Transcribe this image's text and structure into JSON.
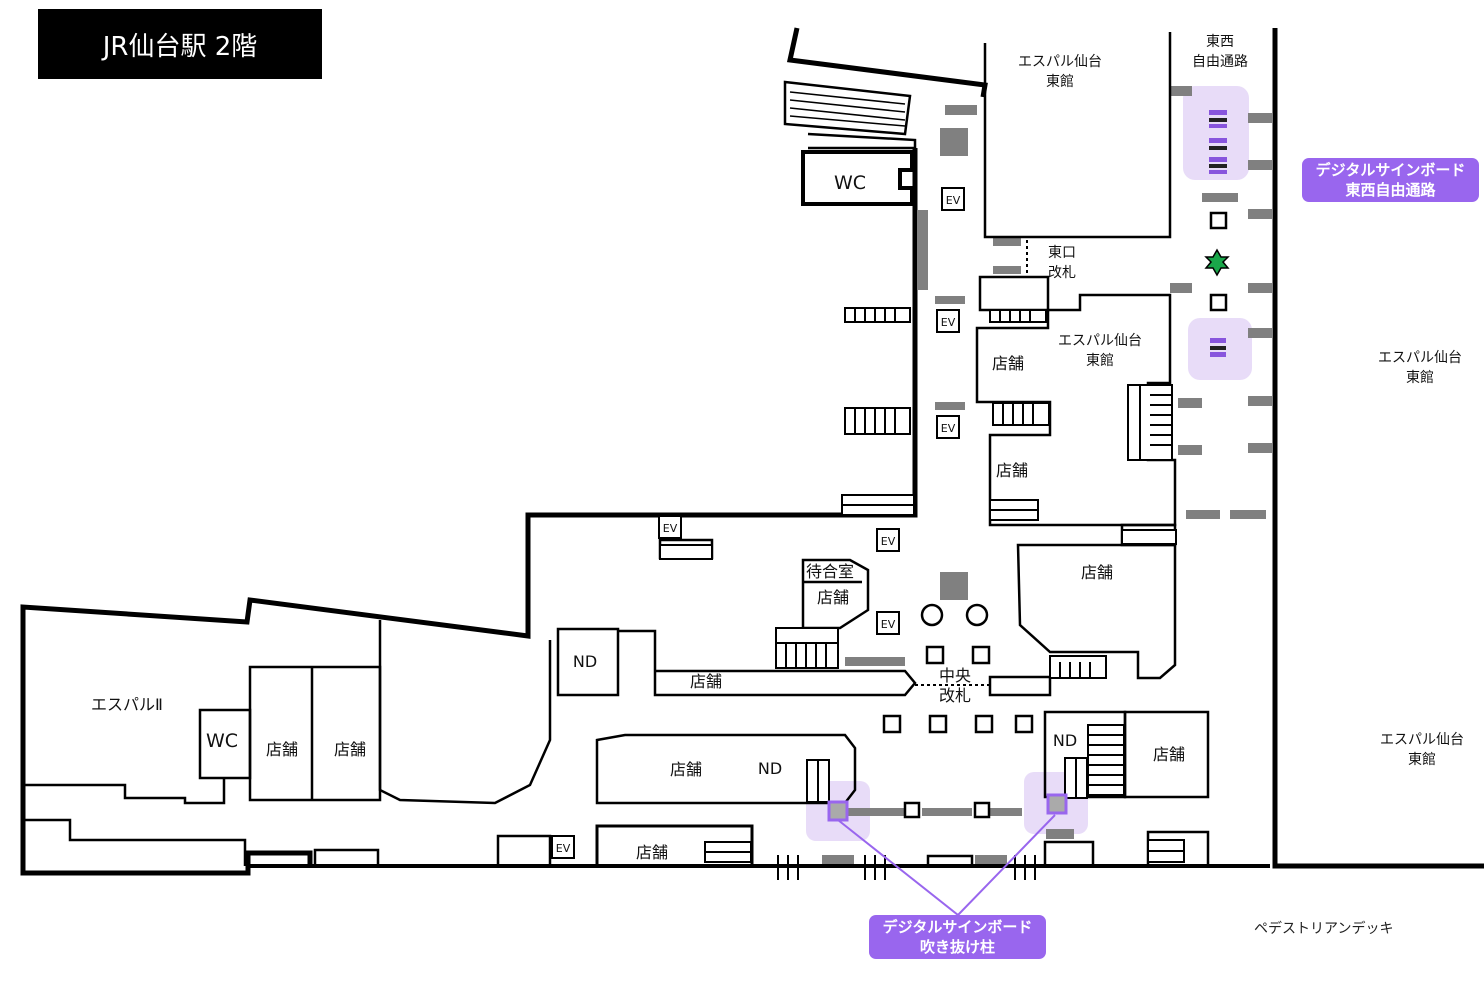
{
  "title": "JR仙台駅 2階",
  "areas": {
    "espal_east_top": [
      "エスパル仙台",
      "東館"
    ],
    "espal_east_mid": [
      "エスパル仙台",
      "東館"
    ],
    "espal_east_right1": [
      "エスパル仙台",
      "東館"
    ],
    "espal_east_right2": [
      "エスパル仙台",
      "東館"
    ],
    "east_west_passage": [
      "東西",
      "自由通路"
    ],
    "espal2": "エスパルⅡ",
    "waiting_room": "待合室",
    "pedestrian_deck": "ペデストリアンデッキ"
  },
  "gates": {
    "east": [
      "東口",
      "改札"
    ],
    "central": [
      "中央",
      "改札"
    ]
  },
  "labels": {
    "shop": "店舗",
    "wc": "WC",
    "nd": "ND",
    "ev": "EV"
  },
  "callouts": {
    "passage": [
      "デジタルサインボード",
      "東西自由通路"
    ],
    "atrium": [
      "デジタルサインボード",
      "吹き抜け柱"
    ]
  },
  "colors": {
    "highlight": "#e8dcf8",
    "accent": "#9966ee",
    "sign": "#8855dd",
    "current_location": "#1aa64a",
    "wall": "#000000",
    "marker": "#808080"
  }
}
